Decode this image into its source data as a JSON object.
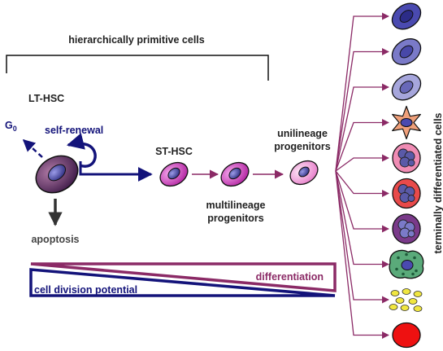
{
  "labels": {
    "top_bracket": "hierarchically primitive cells",
    "lt_hsc": "LT-HSC",
    "g0": "G",
    "g0_sub": "0",
    "self_renewal": "self-renewal",
    "st_hsc": "ST-HSC",
    "apoptosis": "apoptosis",
    "multilineage_1": "multilineage",
    "multilineage_2": "progenitors",
    "unilineage_1": "unilineage",
    "unilineage_2": "progenitors",
    "differentiation": "differentiation",
    "cell_division": "cell division potential",
    "terminal": "terminally differentiated cells"
  },
  "colors": {
    "navy": "#13137a",
    "plum": "#8b2a66",
    "dark": "#222222"
  },
  "terminal_cells": [
    {
      "kind": "oval",
      "color": "#4a4ab0",
      "nucleus": "#2c2c88"
    },
    {
      "kind": "oval",
      "color": "#7a7ac8",
      "nucleus": "#4848a8"
    },
    {
      "kind": "oval",
      "color": "#a6a6dc",
      "nucleus": "#6868b8"
    },
    {
      "kind": "dendritic",
      "color": "#f0a07a",
      "nucleus": "#4a4ab0"
    },
    {
      "kind": "granulo",
      "color": "#f08cb4",
      "nucleus": "#5a5aa8"
    },
    {
      "kind": "granulo",
      "color": "#e84a4a",
      "nucleus": "#5a5aa8"
    },
    {
      "kind": "granulo",
      "color": "#7a3a8a",
      "nucleus": "#7a7ac8"
    },
    {
      "kind": "blob",
      "color": "#5aaa7a",
      "nucleus": "#4a4ab0"
    },
    {
      "kind": "platelets",
      "color": "#f0e640",
      "nucleus": ""
    },
    {
      "kind": "erythrocyte",
      "color": "#ee1111",
      "nucleus": ""
    }
  ]
}
